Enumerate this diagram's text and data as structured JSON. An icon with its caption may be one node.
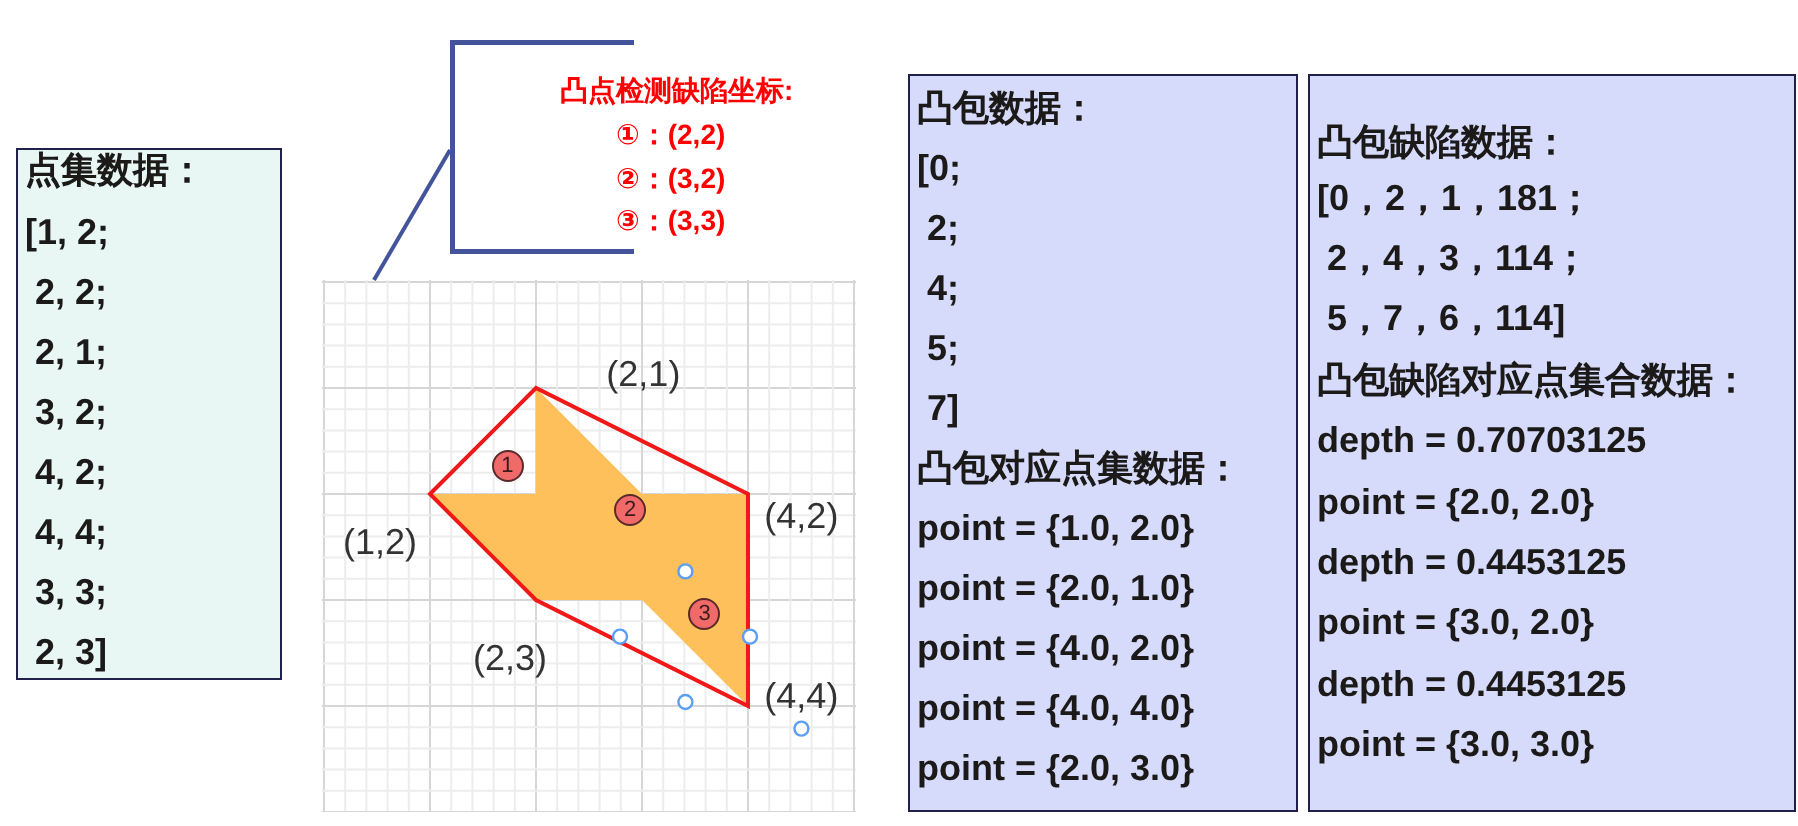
{
  "diagram": {
    "nodes": [
      {
        "text": [
          "点集数据：",
          "[1, 2;",
          " 2, 2;",
          " 2, 1;",
          " 3, 2;",
          " 4, 2;",
          " 4, 4;",
          " 3, 3;",
          " 2, 3]"
        ]
      },
      {
        "text": [
          "凸点检测缺陷坐标:",
          "①：(2,2)",
          "②：(3,2)",
          "③：(3,3)"
        ]
      },
      {
        "text": [],
        "shape": "picture"
      },
      {
        "text": [
          "凸包数据：",
          "[0;",
          " 2;",
          " 4;",
          " 5;",
          " 7]",
          "凸包对应点集数据：",
          "point = {1.0, 2.0}",
          "point = {2.0, 1.0}",
          "point = {4.0, 2.0}",
          "point = {4.0, 4.0}",
          "point = {2.0, 3.0}"
        ]
      },
      {
        "text": [
          "凸包缺陷数据：",
          "[0，2，1，181；",
          " 2，4，3，114；",
          " 5，7，6，114]",
          "凸包缺陷对应点集合数据：",
          "depth = 0.70703125",
          "point = {2.0, 2.0}",
          "depth = 0.4453125",
          "point = {3.0, 2.0}",
          "depth = 0.4453125",
          "point = {3.0, 3.0}"
        ]
      }
    ],
    "edges": [
      {
        "from": 1,
        "to": 2,
        "arrow": "none"
      }
    ],
    "labels": [
      "(2,1)",
      "1",
      "2",
      "(4,2)",
      "(1,2)",
      "3",
      "(2,3)",
      "(4,4)"
    ]
  }
}
